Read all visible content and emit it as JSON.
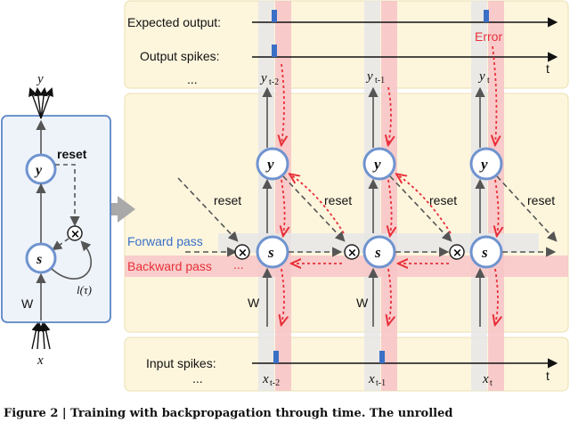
{
  "figure": {
    "caption": "Figure 2 | Training with backpropagation through time. The unrolled",
    "expected_output_label": "Expected output:",
    "output_spikes_label": "Output spikes:",
    "input_spikes_label": "Input spikes:",
    "ellipsis": "...",
    "time_label_top": "t",
    "time_label_bottom": "t",
    "error_label": "Error",
    "forward_pass_label": "Forward pass",
    "backward_pass_label": "Backward pass",
    "reset_label": "reset",
    "weight_label": "W",
    "neuron_y": "y",
    "neuron_s": "s",
    "leak_label": "l(τ)",
    "input_var": "x",
    "output_var": "y",
    "y_sub": [
      "t-2",
      "t-1",
      "t"
    ],
    "x_sub": [
      "t-2",
      "t-1",
      "t"
    ],
    "colors": {
      "panel_fill": "#fdf6dd",
      "panel_stroke": "#eadfb0",
      "left_fill": "#eef3fa",
      "left_stroke": "#5b86c4",
      "neuron_stroke": "#6f93cf",
      "accent_blue": "#3a6fc6",
      "error_red": "#e8303a",
      "band_red": "#f7c6c8",
      "band_gray": "#e6e6e6"
    }
  }
}
